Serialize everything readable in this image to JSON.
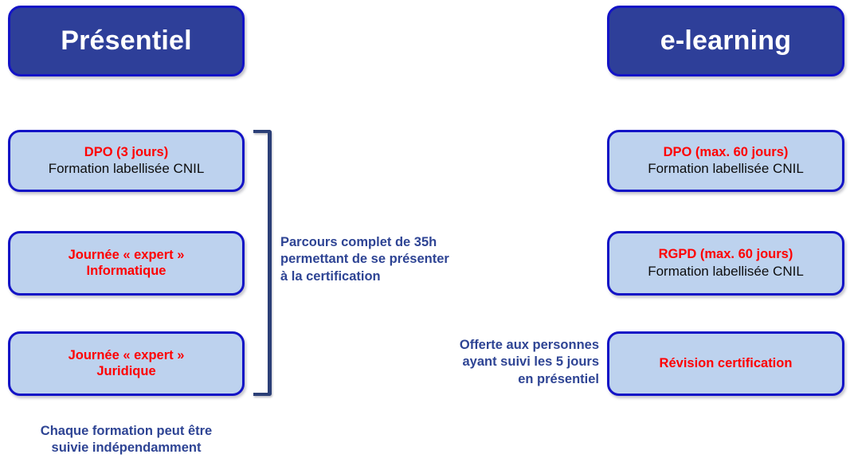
{
  "columns": {
    "left": {
      "header": "Présentiel",
      "modules": [
        {
          "title": "DPO (3 jours)",
          "subtitle": "Formation labellisée CNIL"
        },
        {
          "title": "Journée « expert »\nInformatique",
          "subtitle": ""
        },
        {
          "title": "Journée « expert »\nJuridique",
          "subtitle": ""
        }
      ],
      "footnote": "Chaque formation peut être\nsuivie indépendamment"
    },
    "right": {
      "header": "e-learning",
      "modules": [
        {
          "title": "DPO (max. 60 jours)",
          "subtitle": "Formation labellisée CNIL"
        },
        {
          "title": "RGPD (max. 60 jours)",
          "subtitle": "Formation labellisée CNIL"
        },
        {
          "title": "Révision certification",
          "subtitle": ""
        }
      ]
    }
  },
  "notes": {
    "bracket_note": "Parcours complet de 35h\npermettant de se présenter\nà la certification",
    "offer_note": "Offerte aux personnes\nayant suivi les 5 jours\nen présentiel"
  },
  "colors": {
    "header_fill": "#2e3f99",
    "card_fill": "#bdd2ee",
    "card_border": "#1313c6",
    "title_red": "#ff0000",
    "note_blue": "#2e4494",
    "bracket": "#2b3f77",
    "header_text": "#ffffff",
    "body_text": "#0d0d0d"
  }
}
